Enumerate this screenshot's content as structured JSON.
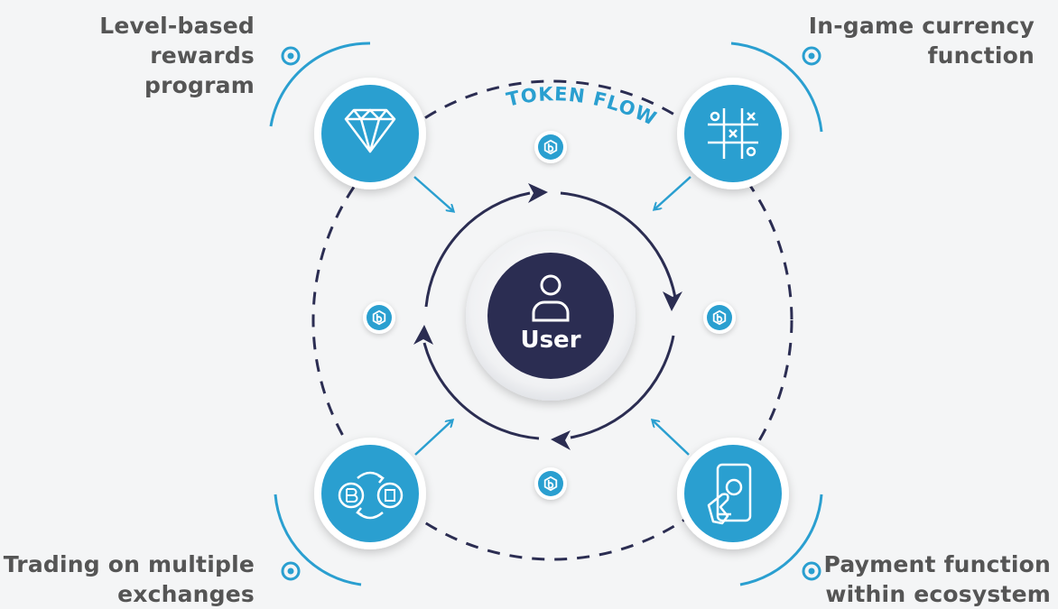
{
  "diagram": {
    "center_label": "User",
    "flow_label": "TOKEN FLOW",
    "features": [
      {
        "lines": [
          "Level-based rewards",
          "program"
        ],
        "icon": "diamond-icon"
      },
      {
        "lines": [
          "In-game currency",
          "function"
        ],
        "icon": "tic-tac-toe-icon"
      },
      {
        "lines": [
          "Trading on multiple",
          "exchanges"
        ],
        "icon": "exchange-icon"
      },
      {
        "lines": [
          "Payment function",
          "within ecosystem"
        ],
        "icon": "phone-payment-icon"
      }
    ]
  },
  "colors": {
    "accent": "#2a9fd0",
    "navy": "#2b2d52",
    "label_text": "#555555",
    "background": "#f4f5f6"
  }
}
